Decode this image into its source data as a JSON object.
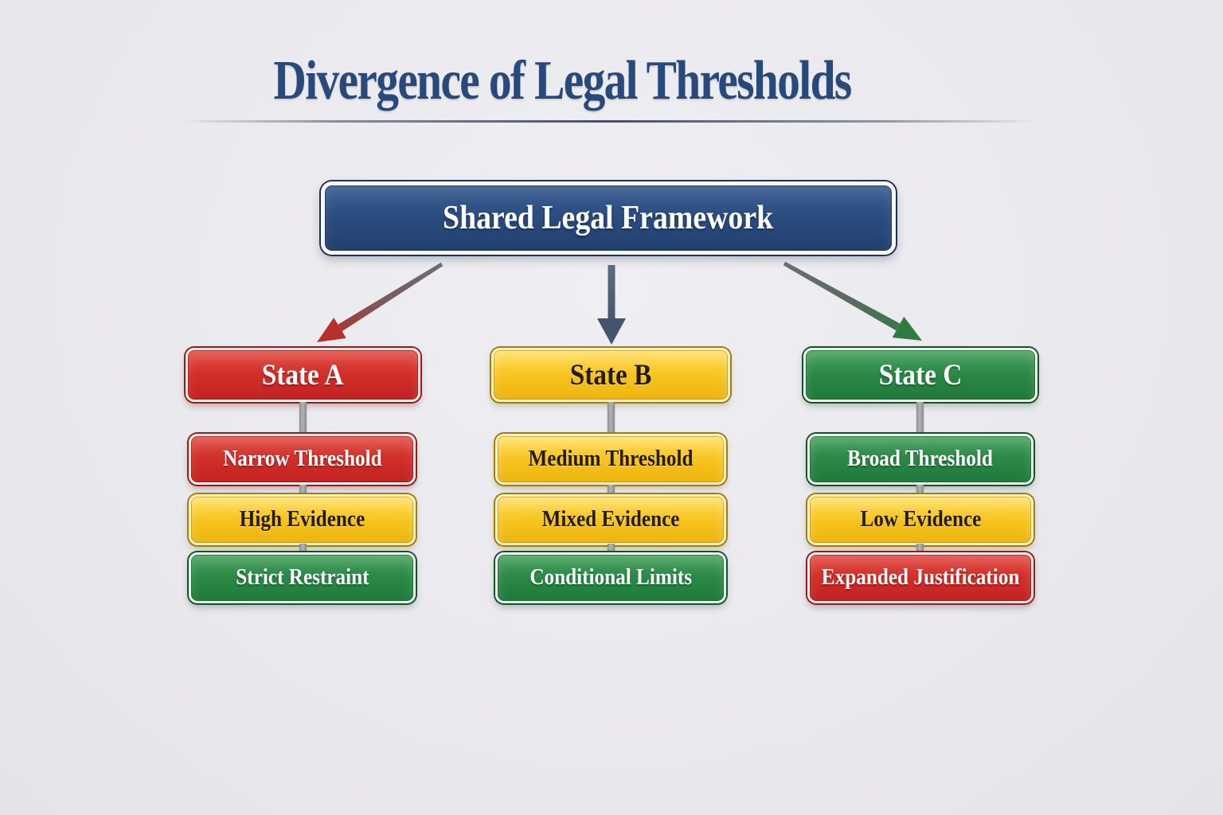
{
  "title": "Divergence of Legal Thresholds",
  "root_node": {
    "label": "Shared Legal Framework",
    "color": "#2c4d80"
  },
  "arrows": [
    {
      "name": "arrow-to-state-a",
      "direction": "down-left",
      "shaft_color": "#6a7076",
      "head_color": "#b5322c"
    },
    {
      "name": "arrow-to-state-b",
      "direction": "down",
      "shaft_color": "#55657a",
      "head_color": "#44546a"
    },
    {
      "name": "arrow-to-state-c",
      "direction": "down-right",
      "shaft_color": "#6a7076",
      "head_color": "#2e7c42"
    }
  ],
  "columns": [
    {
      "header": {
        "label": "State A",
        "color": "#d22f2a"
      },
      "items": [
        {
          "label": "Narrow Threshold",
          "color": "#d22f2a"
        },
        {
          "label": "High Evidence",
          "color": "#f6c31d"
        },
        {
          "label": "Strict Restraint",
          "color": "#2b8746"
        }
      ]
    },
    {
      "header": {
        "label": "State B",
        "color": "#f6c31d"
      },
      "items": [
        {
          "label": "Medium Threshold",
          "color": "#f6c31d"
        },
        {
          "label": "Mixed Evidence",
          "color": "#f6c31d"
        },
        {
          "label": "Conditional Limits",
          "color": "#2b8746"
        }
      ]
    },
    {
      "header": {
        "label": "State C",
        "color": "#2b8746"
      },
      "items": [
        {
          "label": "Broad Threshold",
          "color": "#2b8746"
        },
        {
          "label": "Low Evidence",
          "color": "#f6c31d"
        },
        {
          "label": "Expanded Justification",
          "color": "#d22f2a"
        }
      ]
    }
  ],
  "palette": {
    "background": "#eae9ed",
    "title_text": "#27497c",
    "divider": "#21365e",
    "connector_gray": "#9a9a9c"
  }
}
